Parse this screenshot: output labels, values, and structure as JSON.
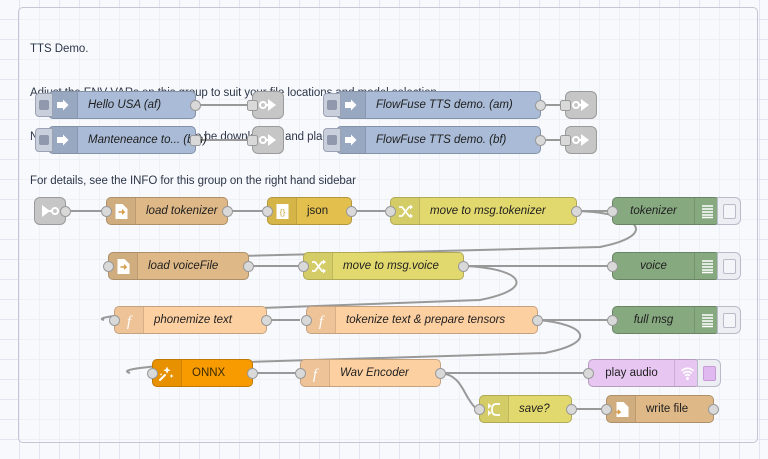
{
  "app": "node-red-flow-editor",
  "group": {
    "comment_lines": [
      "TTS Demo.",
      "Adjust the ENV VARs on this group to suit your file locations and model selection",
      "NOTE: This demo requires files to be downloaded and place correctly on your filesystem",
      "For details, see the INFO for this group on the right hand sidebar"
    ]
  },
  "nodes": {
    "inject_hello_usa": {
      "label": "Hello USA (af)",
      "type": "inject",
      "color": "#a9bbd6",
      "icon": "inject-arrow-icon"
    },
    "inject_maintenance": {
      "label": "Manteneance to... (bm)",
      "type": "inject",
      "color": "#a9bbd6",
      "icon": "inject-arrow-icon"
    },
    "inject_ff_am": {
      "label": "FlowFuse TTS demo. (am)",
      "type": "inject",
      "color": "#a9bbd6",
      "icon": "inject-arrow-icon"
    },
    "inject_ff_bf": {
      "label": "FlowFuse TTS demo. (bf)",
      "type": "inject",
      "color": "#a9bbd6",
      "icon": "inject-arrow-icon"
    },
    "link_out_1": {
      "label": "",
      "type": "link out",
      "color": "#c6c6c6",
      "icon": "link-out-icon"
    },
    "link_out_2": {
      "label": "",
      "type": "link out",
      "color": "#c6c6c6",
      "icon": "link-out-icon"
    },
    "link_out_3": {
      "label": "",
      "type": "link out",
      "color": "#c6c6c6",
      "icon": "link-out-icon"
    },
    "link_out_4": {
      "label": "",
      "type": "link out",
      "color": "#c6c6c6",
      "icon": "link-out-icon"
    },
    "link_in_1": {
      "label": "",
      "type": "link in",
      "color": "#c6c6c6",
      "icon": "link-in-icon"
    },
    "load_tokenizer": {
      "label": "load tokenizer",
      "type": "file in",
      "color": "#deb887",
      "icon": "file-in-icon"
    },
    "json": {
      "label": "json",
      "type": "json",
      "color": "#e3c04d",
      "icon": "json-braces-icon"
    },
    "move_to_msg_tokenizer": {
      "label": "move to msg.tokenizer",
      "type": "change",
      "color": "#e2d96e",
      "icon": "change-shuffle-icon"
    },
    "debug_tokenizer": {
      "label": "tokenizer",
      "type": "debug",
      "color": "#87a980",
      "icon": "debug-lines-icon",
      "enabled": false
    },
    "load_voicefile": {
      "label": "load voiceFile",
      "type": "file in",
      "color": "#deb887",
      "icon": "file-in-icon"
    },
    "move_to_msg_voice": {
      "label": "move to msg.voice",
      "type": "change",
      "color": "#e2d96e",
      "icon": "change-shuffle-icon"
    },
    "debug_voice": {
      "label": "voice",
      "type": "debug",
      "color": "#87a980",
      "icon": "debug-lines-icon",
      "enabled": false
    },
    "phonemize_text": {
      "label": "phonemize text",
      "type": "function",
      "color": "#fdd0a2",
      "icon": "function-f-icon"
    },
    "tokenize_text": {
      "label": "tokenize text & prepare tensors",
      "type": "function",
      "color": "#fdd0a2",
      "icon": "function-f-icon"
    },
    "debug_full_msg": {
      "label": "full msg",
      "type": "debug",
      "color": "#87a980",
      "icon": "debug-lines-icon",
      "enabled": false
    },
    "onnx": {
      "label": "ONNX",
      "type": "onnx",
      "color": "#f79b00",
      "icon": "onnx-magic-icon"
    },
    "wav_encoder": {
      "label": "Wav Encoder",
      "type": "function",
      "color": "#fdd0a2",
      "icon": "function-f-icon"
    },
    "play_audio": {
      "label": "play audio",
      "type": "ui audio",
      "color": "#e7c7f2",
      "icon": "speaker-wave-icon",
      "enabled": true
    },
    "save_switch": {
      "label": "save?",
      "type": "switch",
      "color": "#e2d96e",
      "icon": "switch-branch-icon"
    },
    "write_file": {
      "label": "write file",
      "type": "file out",
      "color": "#deb887",
      "icon": "file-out-icon"
    }
  }
}
